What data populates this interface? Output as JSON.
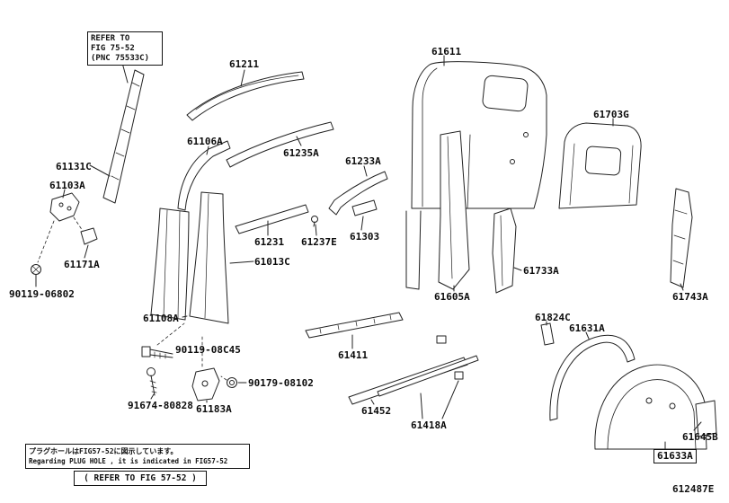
{
  "code": "612487E",
  "refer_box": {
    "line1": "REFER TO",
    "line2": "FIG 75-52",
    "line3": "(PNC 75533C)"
  },
  "note_box": {
    "ja": "プラグホールはFIG57-52に図示しています。",
    "en": "Regarding PLUG HOLE , it is indicated in FIG57-52",
    "refer": "( REFER TO FIG 57-52 )"
  },
  "labels": {
    "61211": "61211",
    "61611": "61611",
    "61106A": "61106A",
    "61235A": "61235A",
    "61233A": "61233A",
    "61703G": "61703G",
    "61131C": "61131C",
    "61103A": "61103A",
    "61231": "61231",
    "61237E": "61237E",
    "61303": "61303",
    "61013C": "61013C",
    "61171A": "61171A",
    "90119-06802": "90119-06802",
    "61733A": "61733A",
    "61605A": "61605A",
    "61743A": "61743A",
    "61108A": "61108A",
    "90119-08C45": "90119-08C45",
    "61824C": "61824C",
    "61631A": "61631A",
    "90179-08102": "90179-08102",
    "91674-80828": "91674-80828",
    "61183A": "61183A",
    "61411": "61411",
    "61452": "61452",
    "61418A": "61418A",
    "61645B": "61645B",
    "61633A": "61633A"
  }
}
